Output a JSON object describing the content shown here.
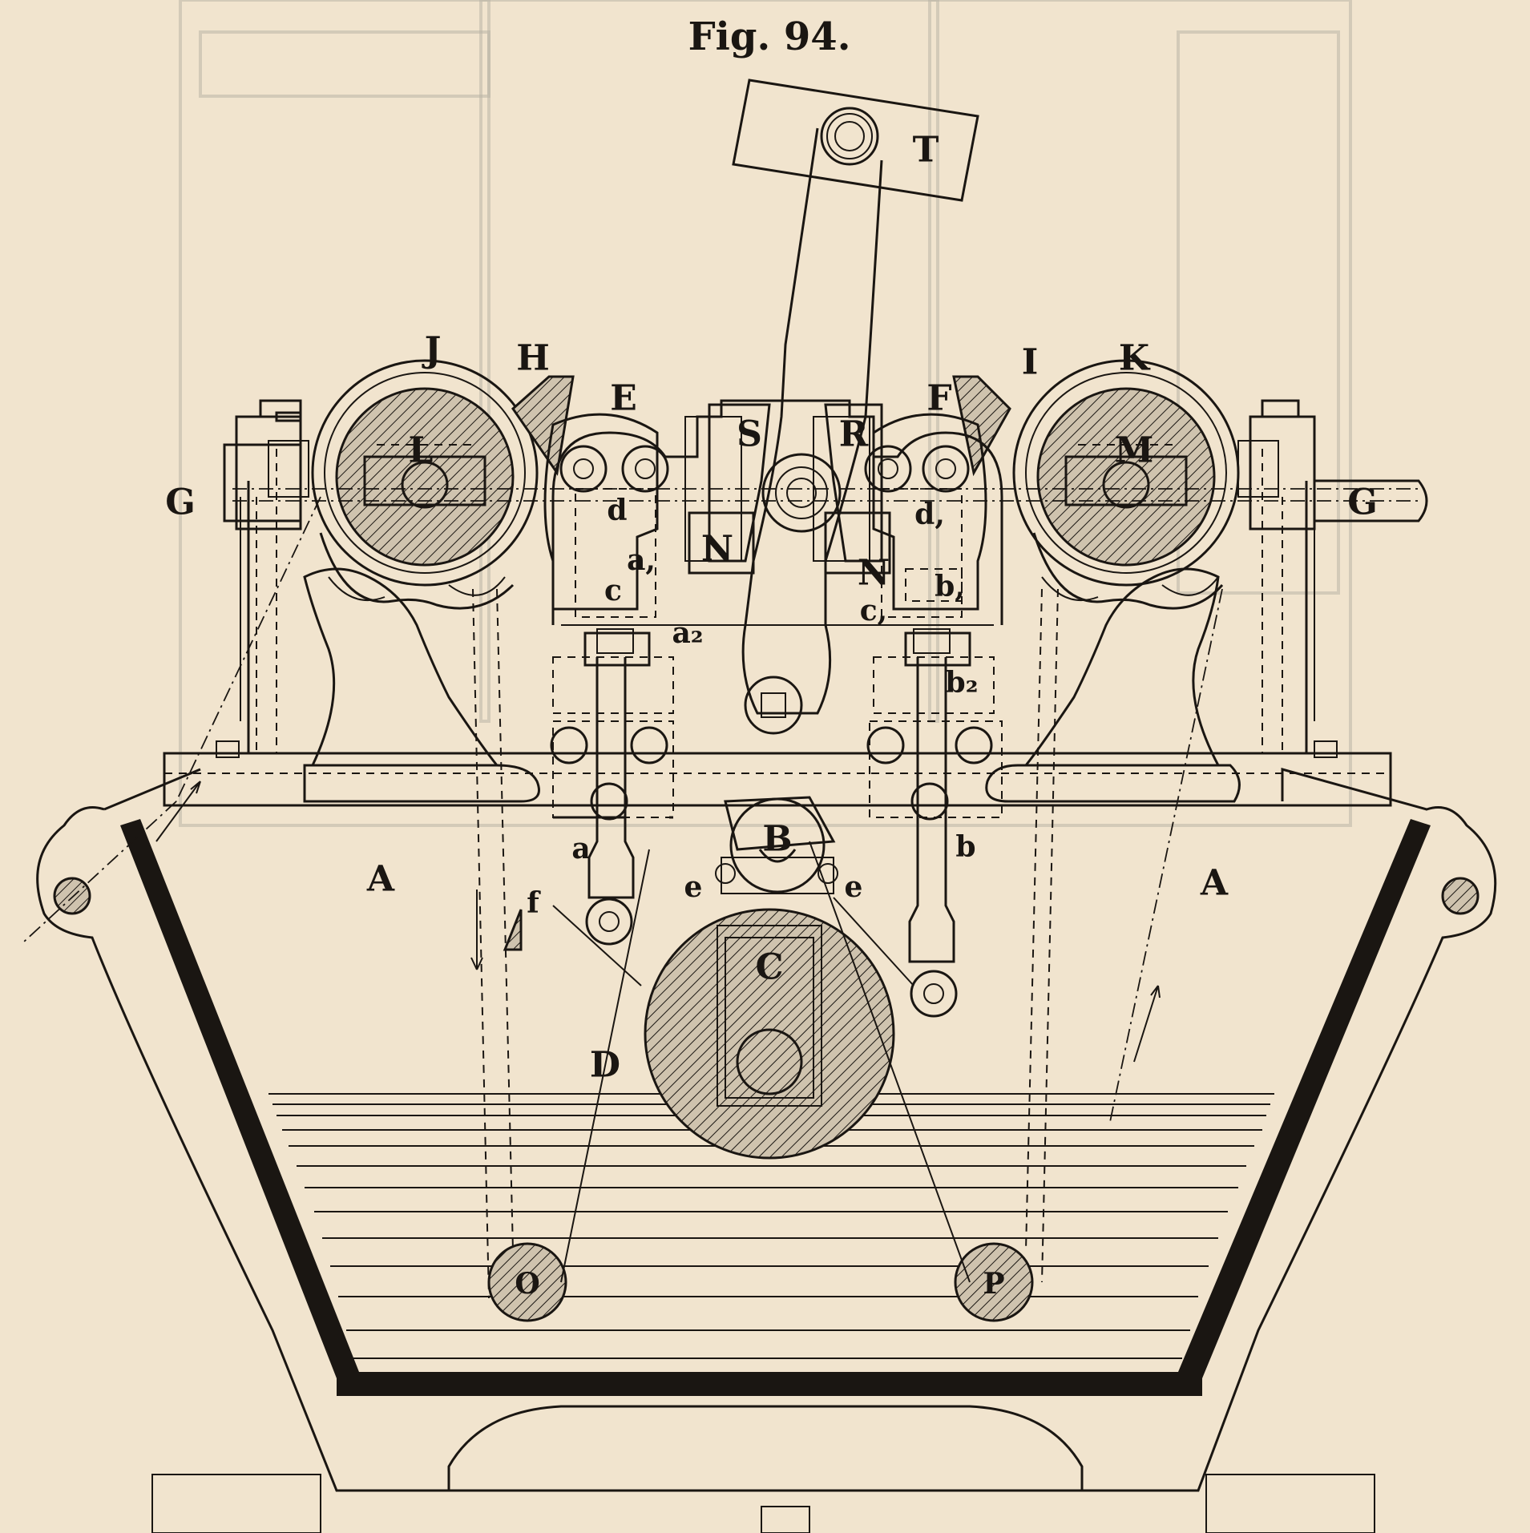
{
  "figure": {
    "title": "Fig. 94.",
    "colors": {
      "paper": "#f1e4ce",
      "ink": "#1a1612",
      "show_through": "#b9b4a6"
    }
  },
  "labels": {
    "T": "T",
    "S": "S",
    "R": "R",
    "N_left": "N",
    "N_right": "N",
    "J": "J",
    "H": "H",
    "E": "E",
    "F": "F",
    "I": "I",
    "K": "K",
    "G_left": "G",
    "G_right": "G",
    "L": "L",
    "M": "M",
    "d": "d",
    "d1": "d,",
    "a1": "a,",
    "c": "c",
    "c1": "c,",
    "a2": "a₂",
    "b1": "b,",
    "b2": "b₂",
    "a": "a",
    "b": "b",
    "A_left": "A",
    "A_right": "A",
    "B": "B",
    "C": "C",
    "D": "D",
    "e_left": "e",
    "e_right": "e",
    "f": "f",
    "O": "O",
    "P": "P"
  }
}
